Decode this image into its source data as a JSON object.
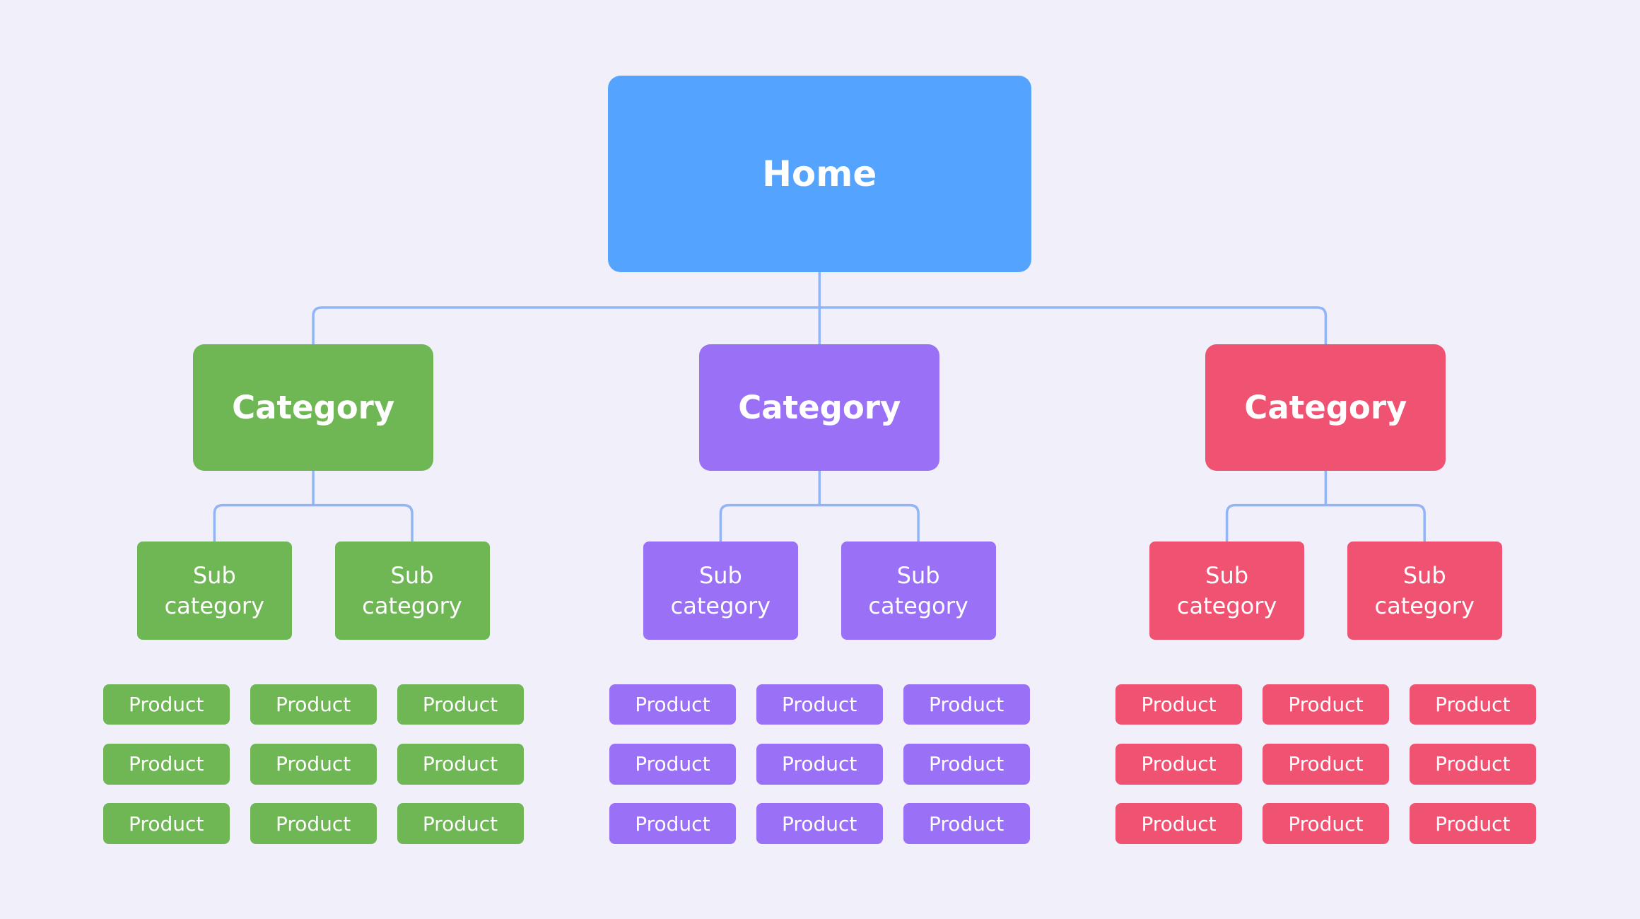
{
  "colors": {
    "background": "#f1effa",
    "connector": "#91b5f5",
    "home": "#54a3ff",
    "green": "#6fb754",
    "purple": "#9a70f6",
    "red": "#f05272"
  },
  "home": {
    "label": "Home"
  },
  "branches": [
    {
      "color_key": "green",
      "category": "Category",
      "subcategories": [
        {
          "line1": "Sub",
          "line2": "category"
        },
        {
          "line1": "Sub",
          "line2": "category"
        }
      ],
      "products": [
        [
          "Product",
          "Product",
          "Product"
        ],
        [
          "Product",
          "Product",
          "Product"
        ],
        [
          "Product",
          "Product",
          "Product"
        ]
      ]
    },
    {
      "color_key": "purple",
      "category": "Category",
      "subcategories": [
        {
          "line1": "Sub",
          "line2": "category"
        },
        {
          "line1": "Sub",
          "line2": "category"
        }
      ],
      "products": [
        [
          "Product",
          "Product",
          "Product"
        ],
        [
          "Product",
          "Product",
          "Product"
        ],
        [
          "Product",
          "Product",
          "Product"
        ]
      ]
    },
    {
      "color_key": "red",
      "category": "Category",
      "subcategories": [
        {
          "line1": "Sub",
          "line2": "category"
        },
        {
          "line1": "Sub",
          "line2": "category"
        }
      ],
      "products": [
        [
          "Product",
          "Product",
          "Product"
        ],
        [
          "Product",
          "Product",
          "Product"
        ],
        [
          "Product",
          "Product",
          "Product"
        ]
      ]
    }
  ]
}
